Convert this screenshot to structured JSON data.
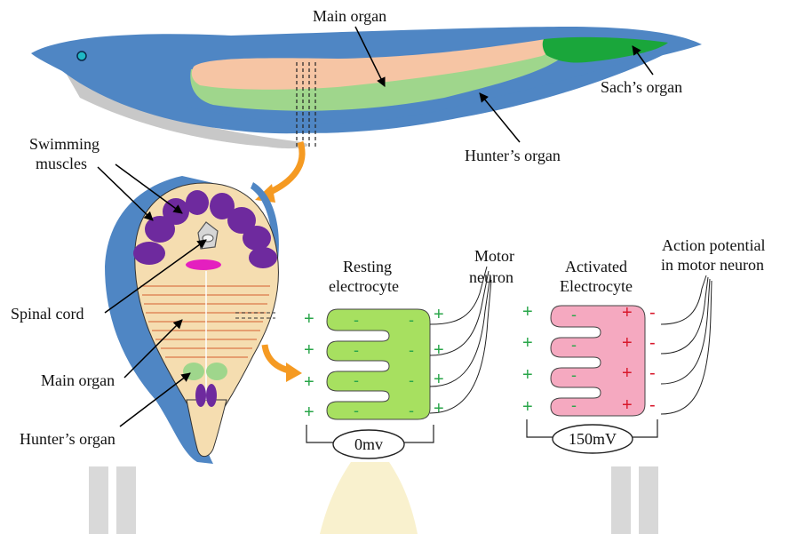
{
  "labels": {
    "main_organ_top": "Main organ",
    "sachs_organ": "Sach’s organ",
    "hunters_organ_top": "Hunter’s organ",
    "swimming_muscles_1": "Swimming",
    "swimming_muscles_2": "muscles",
    "spinal_cord": "Spinal cord",
    "main_organ_left": "Main organ",
    "hunters_organ_left": "Hunter’s organ"
  },
  "resting": {
    "title_1": "Resting",
    "title_2": "electrocyte",
    "voltage": "0mv",
    "outside_signs": [
      "+",
      "+",
      "+",
      "+"
    ],
    "inside_left_signs": [
      "-",
      "-",
      "-",
      "-"
    ],
    "inside_right_signs": [
      "-",
      "-",
      "-",
      "-"
    ],
    "right_outside_signs": [
      "+",
      "+",
      "+",
      "+"
    ]
  },
  "activated": {
    "title_1": "Activated",
    "title_2": "Electrocyte",
    "voltage": "150mV",
    "outside_signs": [
      "+",
      "+",
      "+",
      "+"
    ],
    "inside_left_signs": [
      "-",
      "-",
      "-",
      "-"
    ],
    "inside_right_signs": [
      "+",
      "+",
      "+",
      "+"
    ],
    "right_outside_signs": [
      "-",
      "-",
      "-",
      "-"
    ]
  },
  "motor_neuron": {
    "line_1": "Motor",
    "line_2": "neuron"
  },
  "action_potential": {
    "line_1": "Action potential",
    "line_2": "in motor neuron"
  },
  "colors": {
    "fish_body": "#4f86c4",
    "belly": "#c8c8c8",
    "main_organ": "#f6c5a4",
    "hunters_organ": "#9fd68c",
    "sachs_organ": "#1aa63b",
    "muscle": "#6e2a9e",
    "cross_section": "#f5ddb0",
    "spinal_magenta": "#e41fbf",
    "resting_cell": "#a7e060",
    "activated_cell": "#f5a9c0",
    "plus_green": "#2aa64a",
    "plus_red": "#d8192c",
    "arrow_orange": "#f59a22"
  }
}
